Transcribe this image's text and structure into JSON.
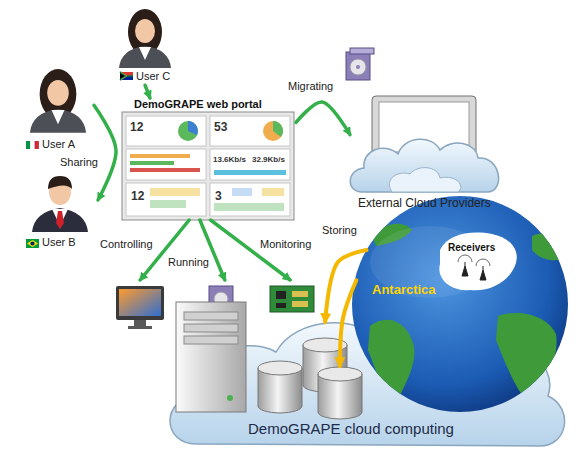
{
  "diagram": {
    "nodes": [
      {
        "text": [
          "User C"
        ]
      },
      {
        "text": [
          "User A"
        ]
      },
      {
        "text": [
          "DemoGRAPE web portal"
        ]
      },
      {
        "text": [
          "User B"
        ]
      },
      {
        "text": [
          "External Cloud Providers"
        ]
      },
      {
        "text": [
          "DemoGRAPE cloud computing"
        ]
      },
      {
        "text": [
          "Receivers",
          "Antarctica"
        ]
      }
    ],
    "edges": [
      {
        "from": 0,
        "to": 2,
        "arrow": "to"
      },
      {
        "from": 1,
        "to": 3,
        "label": "Sharing",
        "arrow": "to"
      },
      {
        "from": 2,
        "to": 4,
        "label": "Migrating",
        "arrow": "to"
      },
      {
        "from": 2,
        "to": 5,
        "label": "Controlling",
        "arrow": "to"
      },
      {
        "from": 2,
        "to": 5,
        "label": "Running",
        "arrow": "to"
      },
      {
        "from": 2,
        "to": 5,
        "label": "Monitoring",
        "arrow": "to"
      },
      {
        "from": 6,
        "to": 5,
        "label": "Storing",
        "arrow": "to"
      },
      {
        "from": 6,
        "to": 5,
        "arrow": "to"
      }
    ],
    "labels": [
      "12",
      "53",
      "13.6Kb/s",
      "32.9Kb/s",
      "12",
      "3"
    ]
  }
}
